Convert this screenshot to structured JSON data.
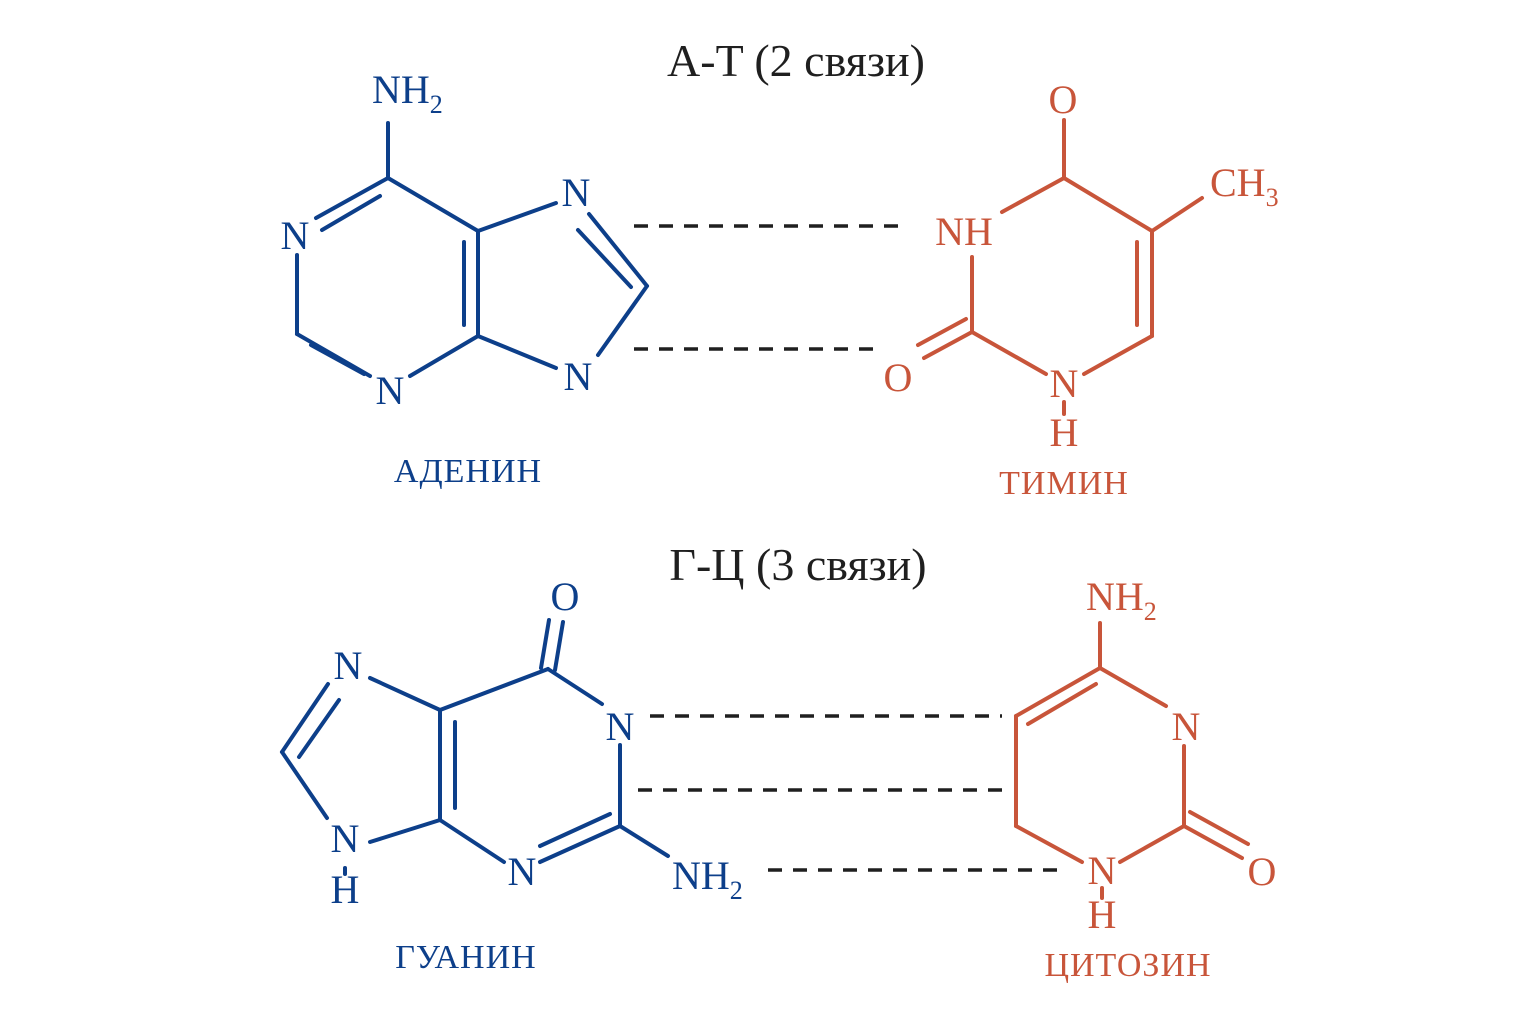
{
  "colors": {
    "purine": "#0d3f8a",
    "pyrimidine": "#c8553a",
    "text": "#1f1f1f",
    "background": "#ffffff"
  },
  "pair_at": {
    "title": "A-T (2 связи)",
    "adenine": {
      "name": "АДЕНИН",
      "atoms": {
        "nh2": "NH",
        "nh2_sub": "2",
        "n1": "N",
        "n7": "N",
        "n3": "N",
        "n9": "N"
      }
    },
    "thymine": {
      "name": "ТИМИН",
      "atoms": {
        "o4": "O",
        "ch3": "CH",
        "ch3_sub": "3",
        "nh3": "NH",
        "o2": "O",
        "n1": "N",
        "h1": "H"
      }
    }
  },
  "pair_gc": {
    "title": "Г-Ц (3 связи)",
    "guanine": {
      "name": "ГУАНИН",
      "atoms": {
        "o6": "O",
        "n7": "N",
        "n1": "N",
        "n9": "N",
        "h9": "H",
        "n3": "N",
        "nh2": "NH",
        "nh2_sub": "2"
      }
    },
    "cytosine": {
      "name": "ЦИТОЗИН",
      "atoms": {
        "nh2": "NH",
        "nh2_sub": "2",
        "n3": "N",
        "n1": "N",
        "h1": "H",
        "o2": "O"
      }
    }
  }
}
